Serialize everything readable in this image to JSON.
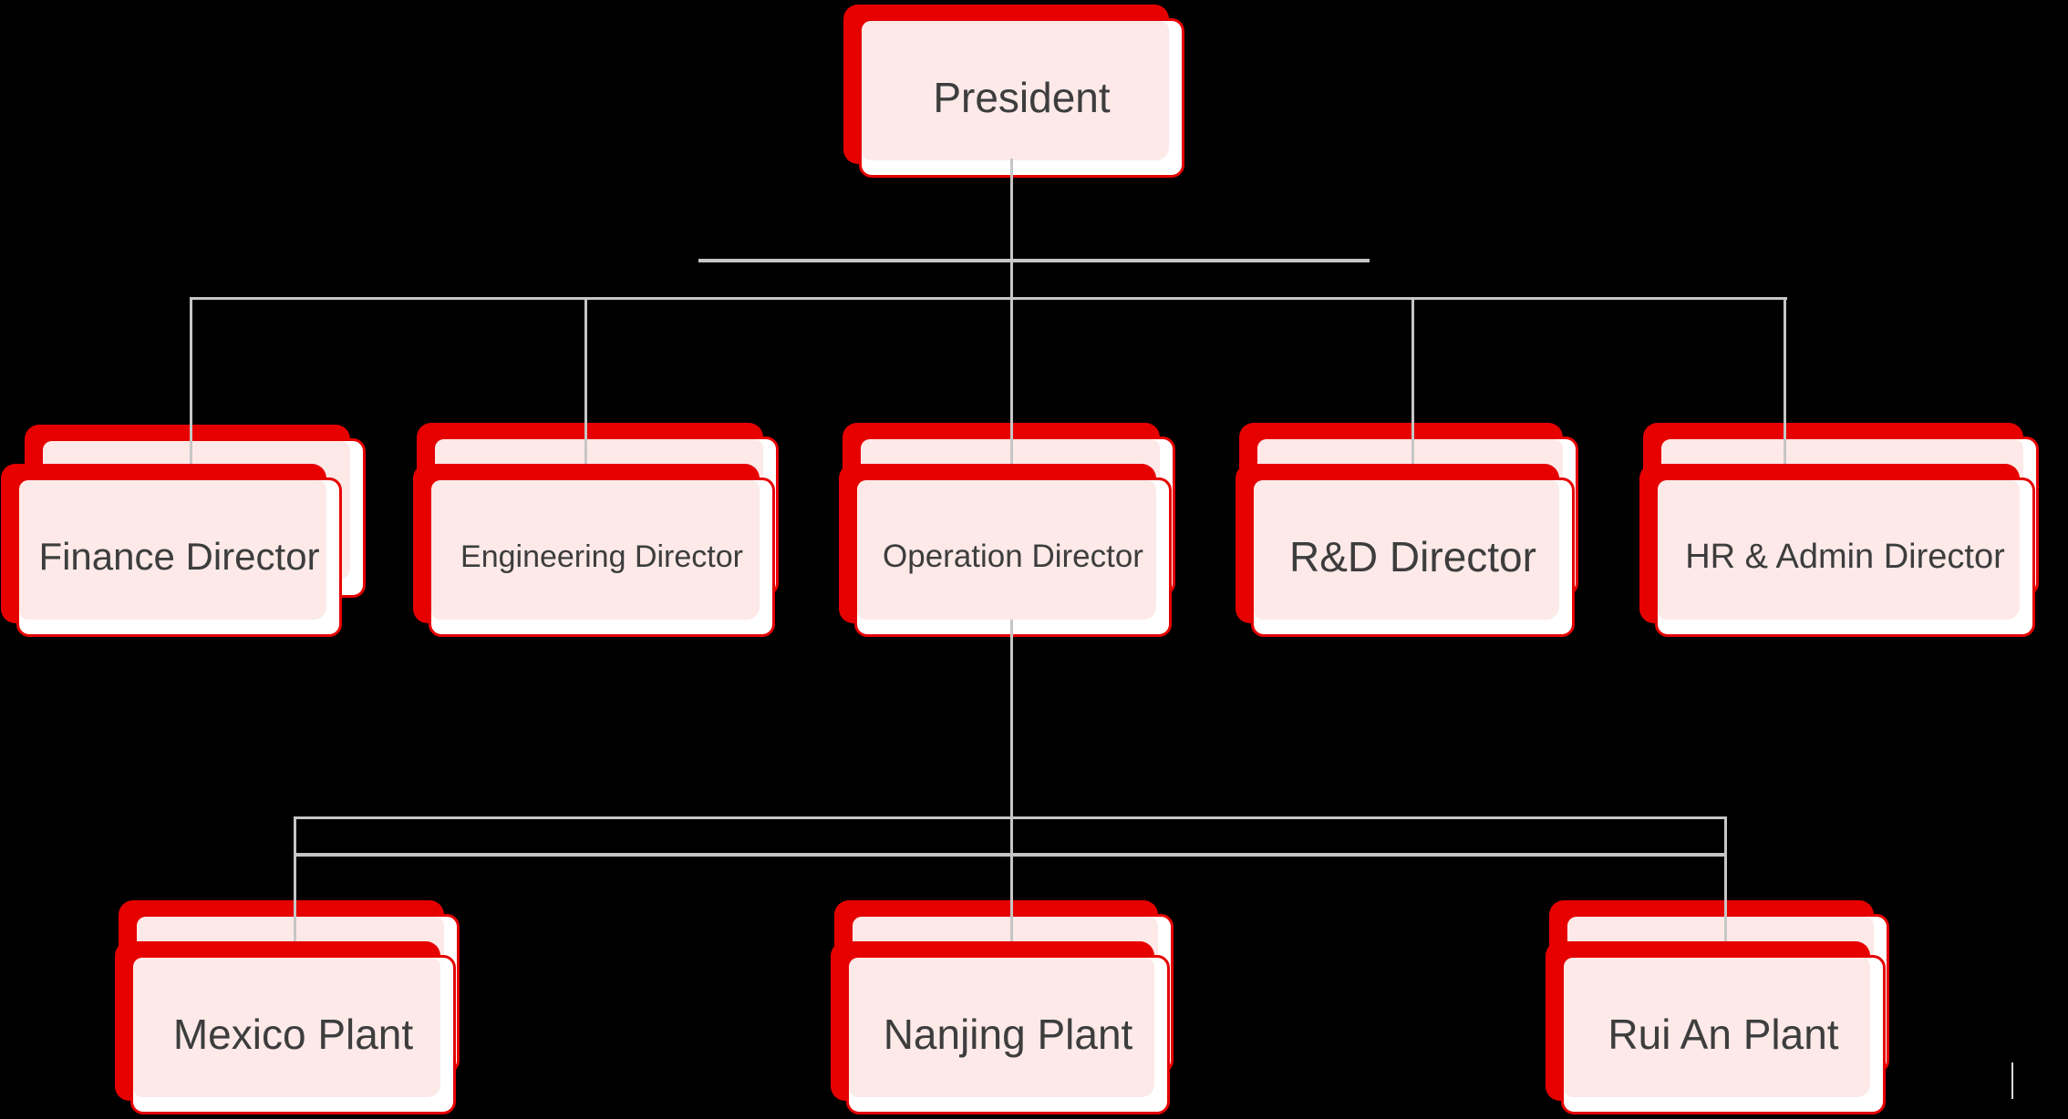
{
  "diagram": {
    "type": "org-chart",
    "nodes": [
      {
        "id": "president",
        "label": "President",
        "level": 0,
        "parent": null,
        "stacked": false
      },
      {
        "id": "finance-director",
        "label": "Finance Director",
        "level": 1,
        "parent": "president",
        "stacked": true
      },
      {
        "id": "engineering-director",
        "label": "Engineering Director",
        "level": 1,
        "parent": "president",
        "stacked": true
      },
      {
        "id": "operation-director",
        "label": "Operation Director",
        "level": 1,
        "parent": "president",
        "stacked": true
      },
      {
        "id": "rd-director",
        "label": "R&D Director",
        "level": 1,
        "parent": "president",
        "stacked": true
      },
      {
        "id": "hr-admin-director",
        "label": "HR & Admin Director",
        "level": 1,
        "parent": "president",
        "stacked": true
      },
      {
        "id": "mexico-plant",
        "label": "Mexico Plant",
        "level": 2,
        "parent": "operation-director",
        "stacked": true
      },
      {
        "id": "nanjing-plant",
        "label": "Nanjing Plant",
        "level": 2,
        "parent": "operation-director",
        "stacked": true
      },
      {
        "id": "rui-an-plant",
        "label": "Rui An Plant",
        "level": 2,
        "parent": "operation-director",
        "stacked": true
      }
    ],
    "edges": [
      [
        "president",
        "finance-director"
      ],
      [
        "president",
        "engineering-director"
      ],
      [
        "president",
        "operation-director"
      ],
      [
        "president",
        "rd-director"
      ],
      [
        "president",
        "hr-admin-director"
      ],
      [
        "operation-director",
        "mexico-plant"
      ],
      [
        "operation-director",
        "nanjing-plant"
      ],
      [
        "operation-director",
        "rui-an-plant"
      ]
    ],
    "palette": {
      "accent_red": "#e60000",
      "card_fill_pink": "#fce9e8",
      "card_white": "#ffffff",
      "connector_gray": "#c6c6c6",
      "label_text": "#3d3d3d",
      "background_black": "#000000"
    }
  }
}
